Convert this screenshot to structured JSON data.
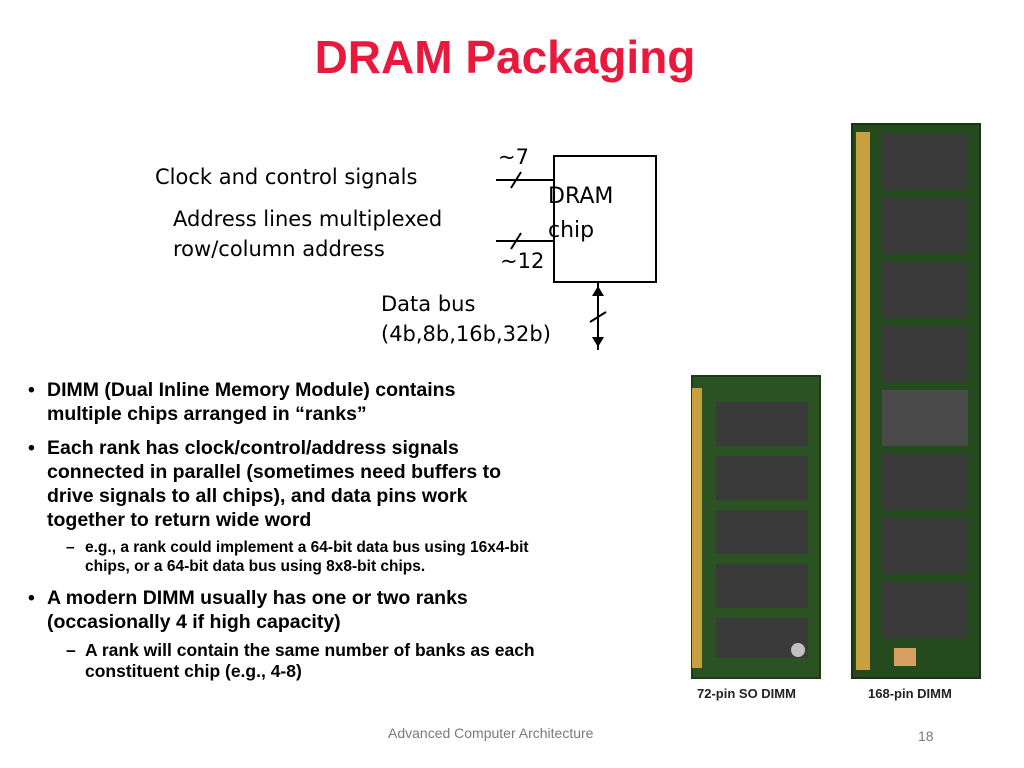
{
  "title": "DRAM Packaging",
  "diagram": {
    "clock_label": "Clock and control signals",
    "clock_width": "~7",
    "address_label_line1": "Address lines multiplexed",
    "address_label_line2": "row/column address",
    "address_width": "~12",
    "chip_line1": "DRAM",
    "chip_line2": "chip",
    "data_bus_line1": "Data bus",
    "data_bus_line2": "(4b,8b,16b,32b)"
  },
  "bullets": [
    {
      "level": 1,
      "text_line1": "DIMM (Dual Inline Memory Module) contains",
      "text_line2": "multiple chips arranged in “ranks”"
    },
    {
      "level": 1,
      "text_line1": "Each rank has clock/control/address signals",
      "text_line2": "connected in parallel (sometimes need buffers to",
      "text_line3": "drive signals to all chips), and data pins work",
      "text_line4": "together to return wide word"
    },
    {
      "level": 2,
      "text_line1": "e.g., a rank could implement a 64-bit data bus using 16x4-bit",
      "text_line2": "chips, or a 64-bit data bus using 8x8-bit chips."
    },
    {
      "level": 1,
      "text_line1": "A modern DIMM usually has one or two ranks",
      "text_line2": "(occasionally 4 if high capacity)"
    },
    {
      "level": 2,
      "text_line1": "A rank will contain the same number of banks as each",
      "text_line2": "constituent chip (e.g., 4-8)"
    }
  ],
  "bullet_marker": "•",
  "sub_marker": "–",
  "photo": {
    "caption_so_dimm": "72-pin SO DIMM",
    "caption_dimm": "168-pin DIMM",
    "pcb_color": "#244a1e",
    "chip_color": "#3a3a3a",
    "gold_color": "#c8a040"
  },
  "footer": "Advanced Computer Architecture",
  "page_number": "18",
  "colors": {
    "title": "#e8193c",
    "footer": "#7a7a7a"
  }
}
